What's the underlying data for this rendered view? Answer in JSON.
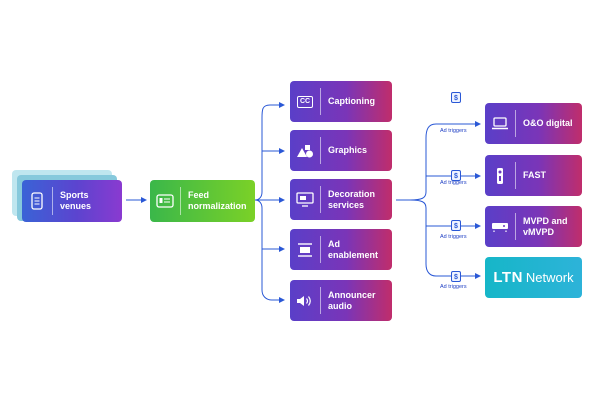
{
  "source": {
    "label": "Sports venues",
    "icon": "phone-device-icon"
  },
  "normalize": {
    "label_line1": "Feed",
    "label_line2": "normalization",
    "icon": "feed-card-icon"
  },
  "services": [
    {
      "id": "captioning",
      "line1": "Captioning",
      "line2": "",
      "icon": "cc-icon",
      "icon_text": "CC"
    },
    {
      "id": "graphics",
      "line1": "Graphics",
      "line2": "",
      "icon": "shapes-icon"
    },
    {
      "id": "decoration",
      "line1": "Decoration",
      "line2": "services",
      "icon": "monitor-icon"
    },
    {
      "id": "ad",
      "line1": "Ad",
      "line2": "enablement",
      "icon": "ad-slot-icon"
    },
    {
      "id": "announcer",
      "line1": "Announcer",
      "line2": "audio",
      "icon": "speaker-icon"
    }
  ],
  "ad_trigger_label": "Ad triggers",
  "ad_trigger_symbol": "$",
  "outputs": [
    {
      "id": "oando",
      "line1": "O&O digital",
      "line2": "",
      "icon": "laptop-icon"
    },
    {
      "id": "fast",
      "line1": "FAST",
      "line2": "",
      "icon": "remote-icon"
    },
    {
      "id": "mvpd",
      "line1": "MVPD and",
      "line2": "vMVPD",
      "icon": "set-top-box-icon"
    }
  ],
  "ltn": {
    "brand": "LTN",
    "word": "Network"
  },
  "colors": {
    "wire": "#2a58d6",
    "purple_from": "#5a3fc8",
    "pink_to": "#c02d6b",
    "green": "#5cc43a",
    "ltn": "#16b6c8"
  }
}
